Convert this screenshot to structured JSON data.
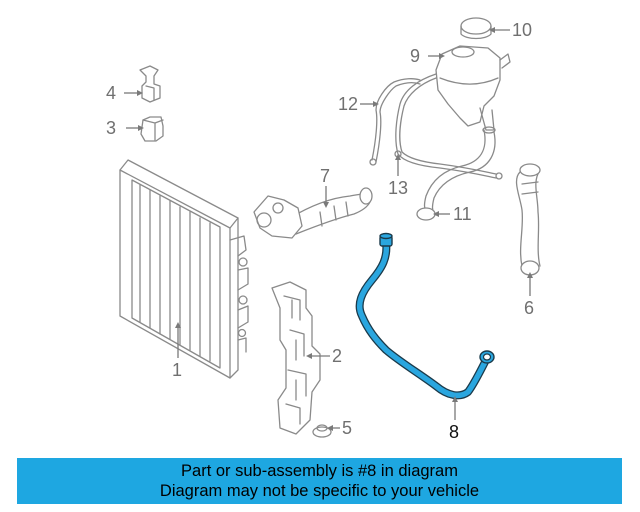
{
  "diagram": {
    "callouts": {
      "c1": "1",
      "c2": "2",
      "c3": "3",
      "c4": "4",
      "c5": "5",
      "c6": "6",
      "c7": "7",
      "c8": "8",
      "c9": "9",
      "c10": "10",
      "c11": "11",
      "c12": "12",
      "c13": "13"
    },
    "highlighted_part": "8",
    "highlight_color": "#2aa6df",
    "line_color": "#8a8a8a"
  },
  "banner": {
    "line1": "Part or sub-assembly is #8 in diagram",
    "line2": "Diagram may not be specific to your vehicle",
    "background": "#1ea7e1"
  }
}
